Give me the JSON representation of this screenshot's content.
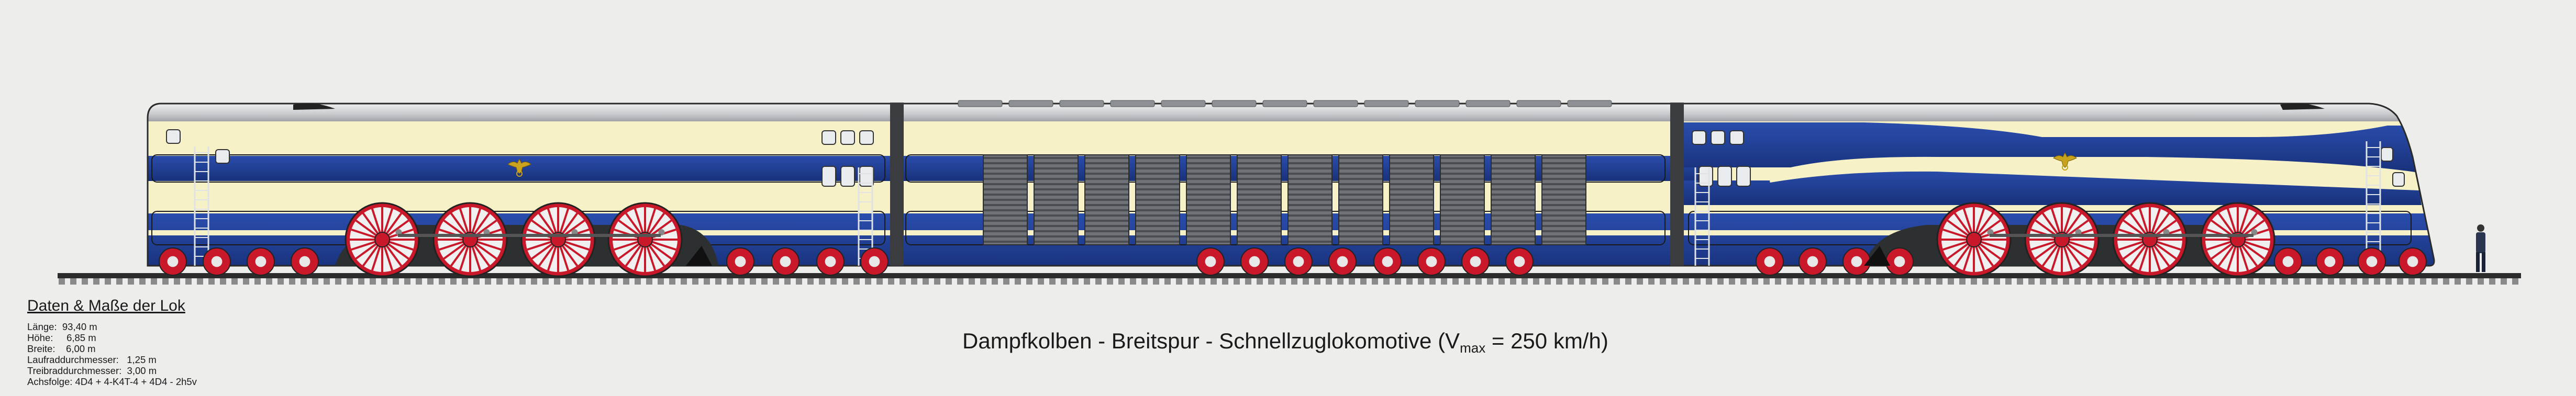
{
  "specs": {
    "title": "Daten & Maße der Lok",
    "rows": [
      "Länge:  93,40 m",
      "Höhe:     6,85 m",
      "Breite:    6,00 m",
      "Laufraddurchmesser:   1,25 m",
      "Treibraddurchmesser:  3,00 m",
      "Achsfolge: 4D4 + 4-K4T-4 + 4D4 - 2h5v"
    ]
  },
  "caption": {
    "text": "Dampfkolben - Breitspur - Schnellzuglokomotive (V",
    "sub": "max",
    "tail": " = 250 km/h)"
  },
  "colors": {
    "background": "#ededeb",
    "body_blue": "#1f3f96",
    "cream": "#f6f1c6",
    "silver": "#b9bcc0",
    "wheel_red": "#c8182a",
    "rail": "#2b2b2b",
    "sleeper": "#8a8a8a",
    "eagle": "#c9a21e"
  },
  "icons": [
    "eagle-emblem-icon",
    "driver-wheel-icon",
    "running-wheel-icon",
    "ladder-icon",
    "human-figure-icon"
  ]
}
